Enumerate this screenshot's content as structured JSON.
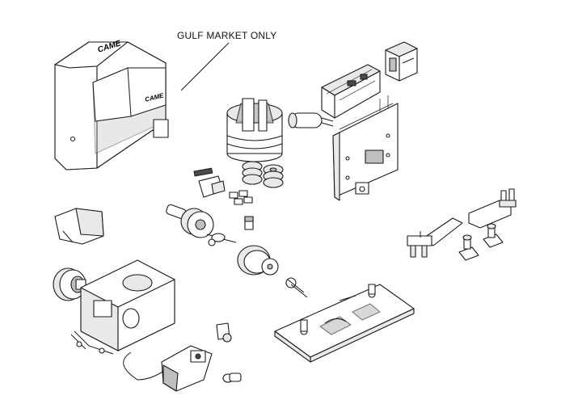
{
  "annotation": {
    "label": "GULF MARKET ONLY"
  },
  "branding": {
    "logo_cover": "CAME",
    "logo_badge": "CAME"
  }
}
